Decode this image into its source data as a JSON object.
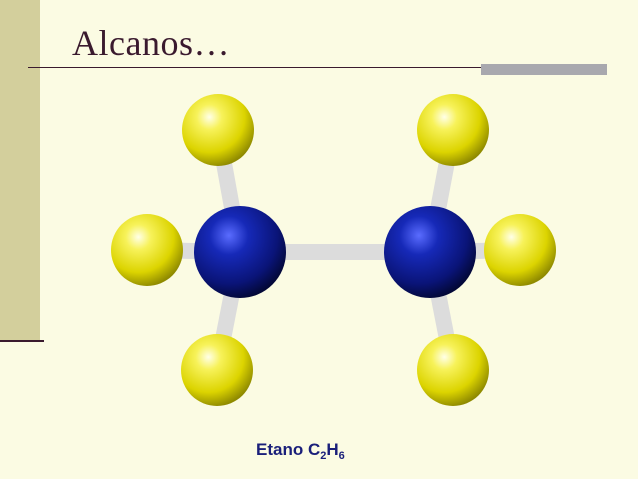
{
  "slide": {
    "title": "Alcanos…",
    "caption": {
      "name": "Etano",
      "formula_c": "C",
      "formula_c_count": "2",
      "formula_h": "H",
      "formula_h_count": "6"
    }
  },
  "colors": {
    "background": "#fbfbe3",
    "sidebar": "#d3cf9c",
    "title_text": "#3a1a2e",
    "carbon_atom": "#0d1a8a",
    "hydrogen_atom": "#e6e000",
    "bond": "#dcdcdc",
    "caption_text": "#1a1f7a"
  }
}
